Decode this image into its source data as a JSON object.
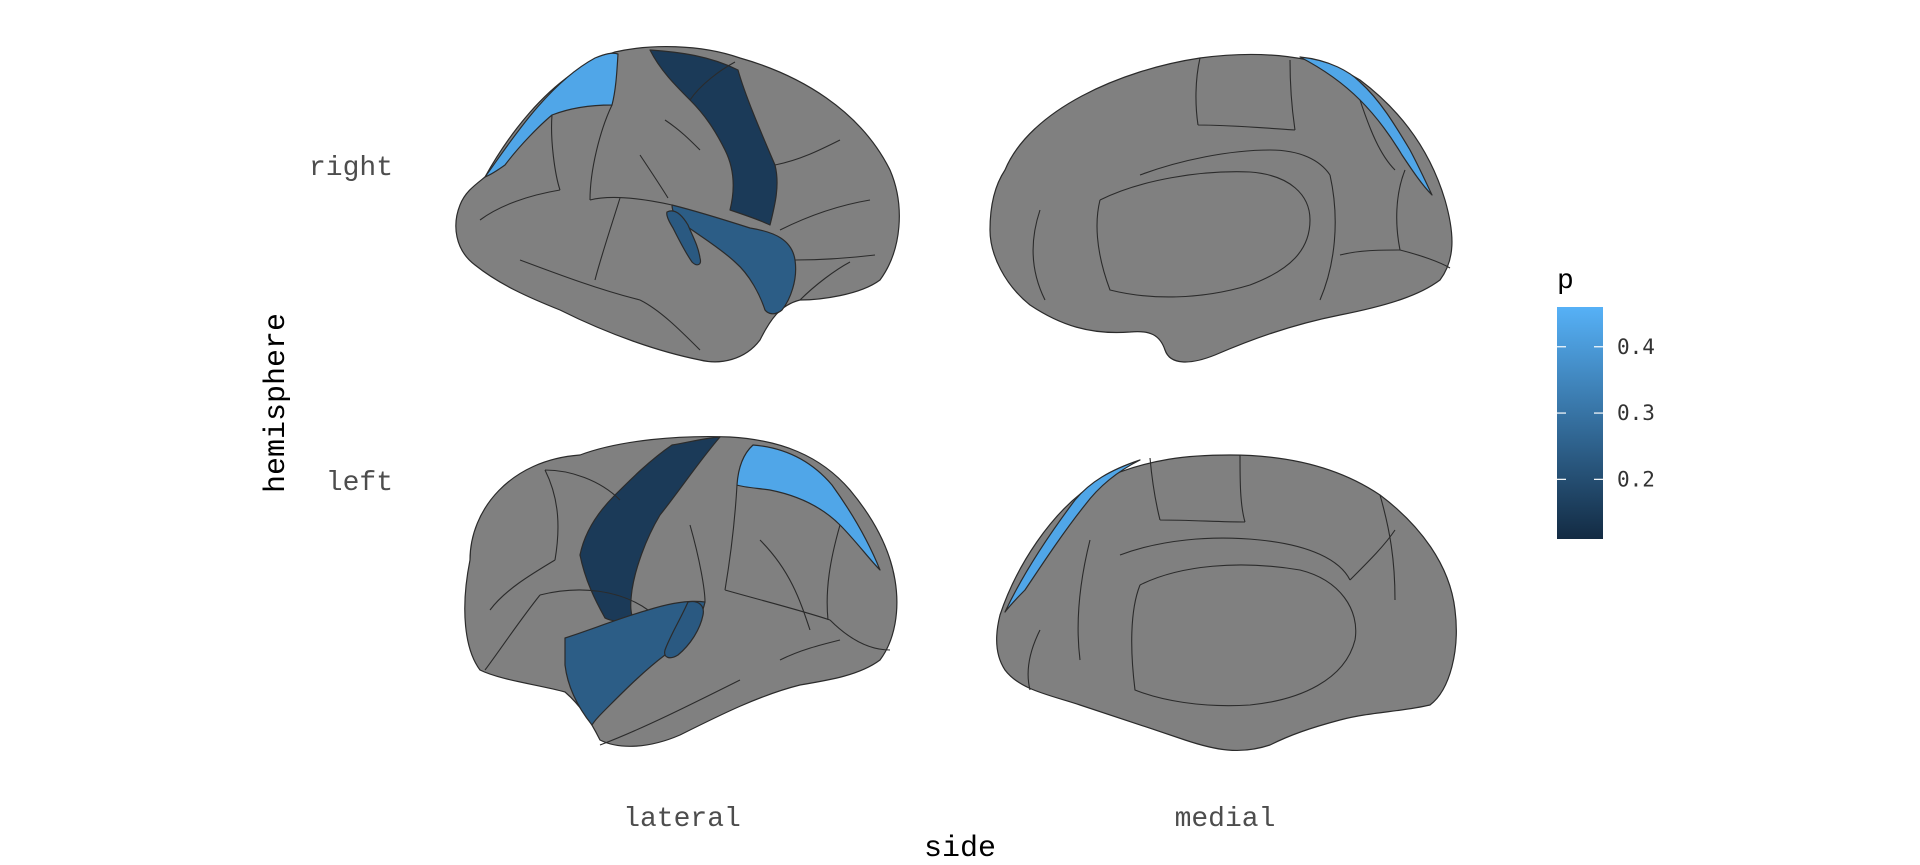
{
  "chart_data": {
    "type": "brain_atlas",
    "x_axis": {
      "title": "side",
      "categories": [
        "lateral",
        "medial"
      ]
    },
    "y_axis": {
      "title": "hemisphere",
      "categories": [
        "right",
        "left"
      ]
    },
    "legend": {
      "title": "p",
      "placement": "right",
      "ticks": [
        0.2,
        0.3,
        0.4
      ],
      "tick_labels": [
        "0.2",
        "0.3",
        "0.4"
      ],
      "range": [
        0.11,
        0.46
      ],
      "color_low": "#132B43",
      "color_high": "#56B1F7"
    },
    "na_color": "#808080",
    "regions": [
      {
        "hemisphere": "right",
        "side": "lateral",
        "area": "precentral",
        "p": 0.15
      },
      {
        "hemisphere": "right",
        "side": "lateral",
        "area": "superior frontal",
        "p": 0.43
      },
      {
        "hemisphere": "right",
        "side": "lateral",
        "area": "superior temporal",
        "p": 0.24
      },
      {
        "hemisphere": "right",
        "side": "lateral",
        "area": "transverse temporal",
        "p": 0.23
      },
      {
        "hemisphere": "right",
        "side": "medial",
        "area": "superior frontal",
        "p": 0.43
      },
      {
        "hemisphere": "left",
        "side": "lateral",
        "area": "precentral",
        "p": 0.15
      },
      {
        "hemisphere": "left",
        "side": "lateral",
        "area": "superior frontal",
        "p": 0.43
      },
      {
        "hemisphere": "left",
        "side": "lateral",
        "area": "superior temporal",
        "p": 0.24
      },
      {
        "hemisphere": "left",
        "side": "lateral",
        "area": "transverse temporal",
        "p": 0.23
      },
      {
        "hemisphere": "left",
        "side": "medial",
        "area": "superior frontal",
        "p": 0.43
      }
    ]
  }
}
